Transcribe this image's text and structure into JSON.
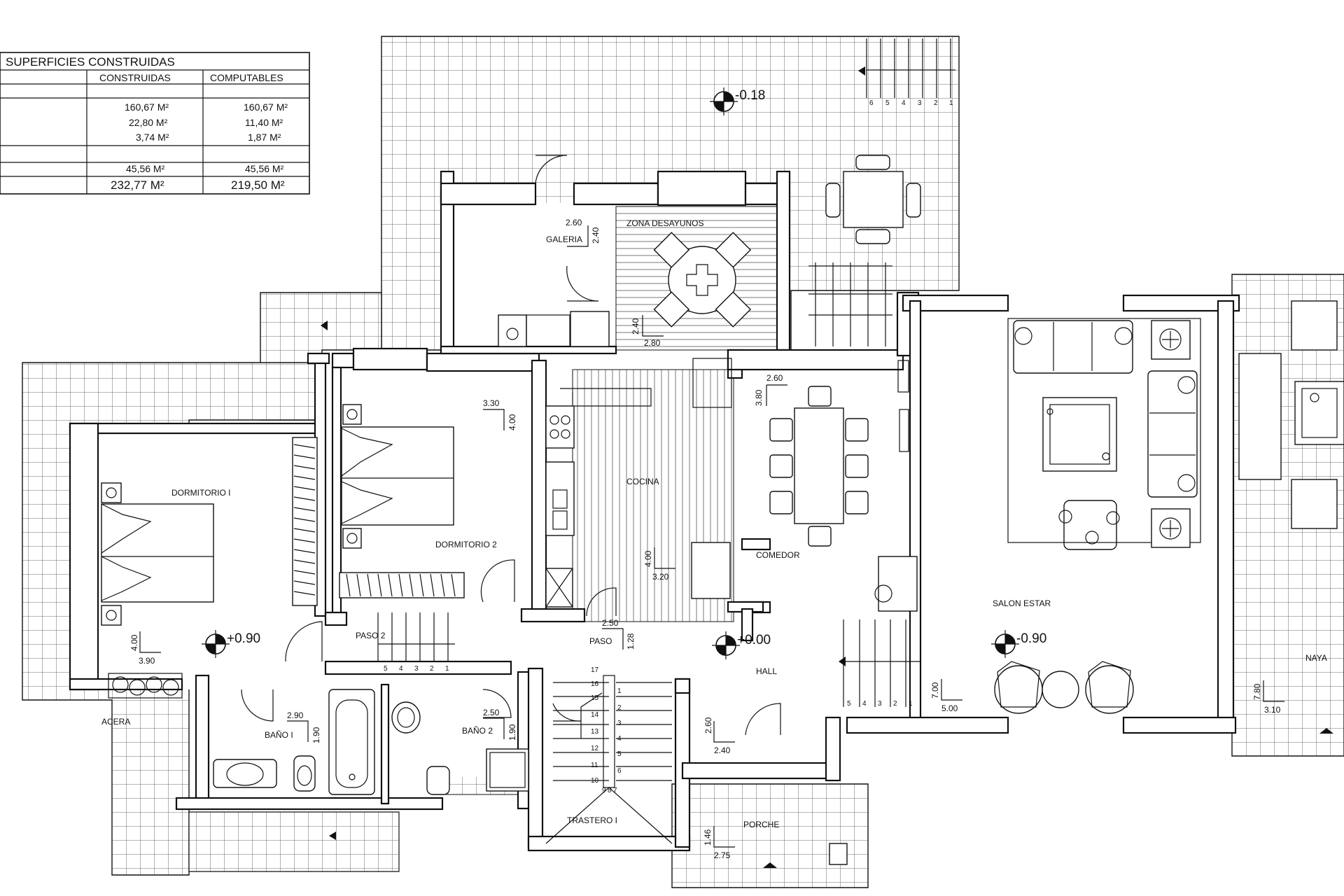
{
  "table": {
    "title": "SUPERFICIES CONSTRUIDAS",
    "headers": [
      "CONSTRUIDAS",
      "COMPUTABLES"
    ],
    "rows": [
      [
        "160,67 M²",
        "160,67 M²"
      ],
      [
        "22,80 M²",
        "11,40 M²"
      ],
      [
        "3,74 M²",
        "1,87 M²"
      ],
      [
        "45,56 M²",
        "45,56 M²"
      ]
    ],
    "totals": [
      "232,77 M²",
      "219,50 M²"
    ]
  },
  "rooms": {
    "dormitorio1": "DORMITORIO I",
    "dormitorio2": "DORMITORIO 2",
    "cocina": "COCINA",
    "comedor": "COMEDOR",
    "salon": "SALON ESTAR",
    "galeria": "GALERIA",
    "zona_desayunos": "ZONA DESAYUNOS",
    "paso2": "PASO 2",
    "paso": "PASO",
    "hall": "HALL",
    "bano1": "BAÑO I",
    "bano2": "BAÑO 2",
    "trastero": "TRASTERO I",
    "porche": "PORCHE",
    "naya": "NAYA",
    "acera": "ACERA"
  },
  "levels": {
    "terrace": "-0.18",
    "dormitorio1": "+0.90",
    "hall": "+0.00",
    "salon": "-0.90"
  },
  "dims": {
    "galeria": [
      "2.60",
      "2.40"
    ],
    "desayunos": [
      "2.40",
      "2.80"
    ],
    "dorm2": [
      "3.30",
      "4.00"
    ],
    "comedor": [
      "2.60",
      "3.80"
    ],
    "cocina": [
      "4.00",
      "3.20"
    ],
    "dorm1": [
      "4.00",
      "3.90"
    ],
    "paso": [
      "2.50",
      "1.28"
    ],
    "bano1": [
      "2.90",
      "1.90"
    ],
    "bano2": [
      "2.50",
      "1.90"
    ],
    "hall": [
      "2.60",
      "2.40"
    ],
    "salon": [
      "7.00",
      "5.00"
    ],
    "naya": [
      "7.80",
      "3.10"
    ],
    "porche": [
      "1.46",
      "2.75"
    ]
  },
  "steps": {
    "terrace": [
      "6",
      "5",
      "4",
      "3",
      "2",
      "1"
    ],
    "paso2": [
      "5",
      "4",
      "3",
      "2",
      "1"
    ],
    "hall": [
      "5",
      "4",
      "3",
      "2",
      "1"
    ],
    "stair_left": [
      "17",
      "16",
      "15",
      "14",
      "13",
      "12",
      "11",
      "10",
      "9"
    ],
    "stair_right": [
      "1",
      "2",
      "3",
      "4",
      "5",
      "6",
      "7",
      "8"
    ]
  },
  "colors": {
    "line": "#111111",
    "background": "#ffffff"
  }
}
